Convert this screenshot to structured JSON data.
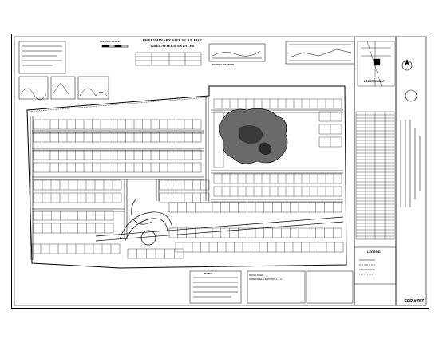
{
  "plan": {
    "title_line1": "PRELIMINARY SITE PLAN FOR",
    "title_line2": "GREENFIELD ESTATES",
    "location_map_label": "LOCATION MAP",
    "legend_label": "LEGEND",
    "drawing_number": "SFR #767",
    "graphic_scale_label": "GRAPHIC SCALE",
    "typical_section_label": "TYPICAL SECTION",
    "notes_label": "NOTES",
    "developer_block": {
      "line1": "DEVELOPER:",
      "line2": "GREENFIELD ESTATES L.L.C.",
      "line3": "",
      "line4": ""
    }
  },
  "colors": {
    "ink": "#000000",
    "paper": "#ffffff",
    "stipple": "#4a4a4a"
  }
}
